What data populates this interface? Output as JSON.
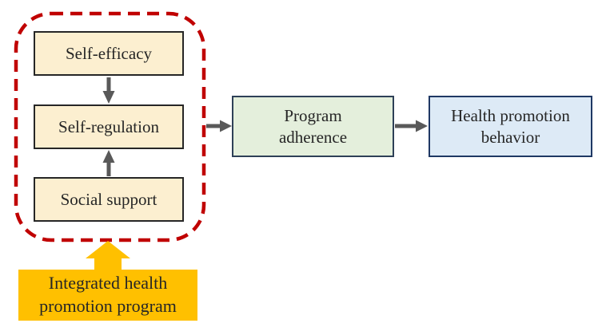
{
  "figure": {
    "type": "flow-diagram",
    "constructs_group": {
      "items": [
        {
          "label": "Self-efficacy"
        },
        {
          "label": "Self-regulation"
        },
        {
          "label": "Social support"
        }
      ]
    },
    "mediator": {
      "label": "Program adherence"
    },
    "outcome": {
      "label": "Health promotion behavior"
    },
    "intervention": {
      "label": "Integrated health promotion program"
    },
    "arrows": [
      {
        "from": "Self-efficacy",
        "to": "Self-regulation"
      },
      {
        "from": "Social support",
        "to": "Self-regulation"
      },
      {
        "from": "constructs-group",
        "to": "Program adherence"
      },
      {
        "from": "Program adherence",
        "to": "Health promotion behavior"
      },
      {
        "from": "Integrated health promotion program",
        "to": "constructs-group"
      }
    ],
    "colors": {
      "dashed_outline": "#C00000",
      "construct_box_fill": "#FCEFD0",
      "construct_box_border": "#262626",
      "mediator_box_fill": "#E4EFDC",
      "mediator_box_border": "#2E4057",
      "outcome_box_fill": "#DDEAF6",
      "outcome_box_border": "#1F3864",
      "connector_arrow": "#595959",
      "intervention_fill": "#FFC000",
      "text": "#262626"
    }
  }
}
